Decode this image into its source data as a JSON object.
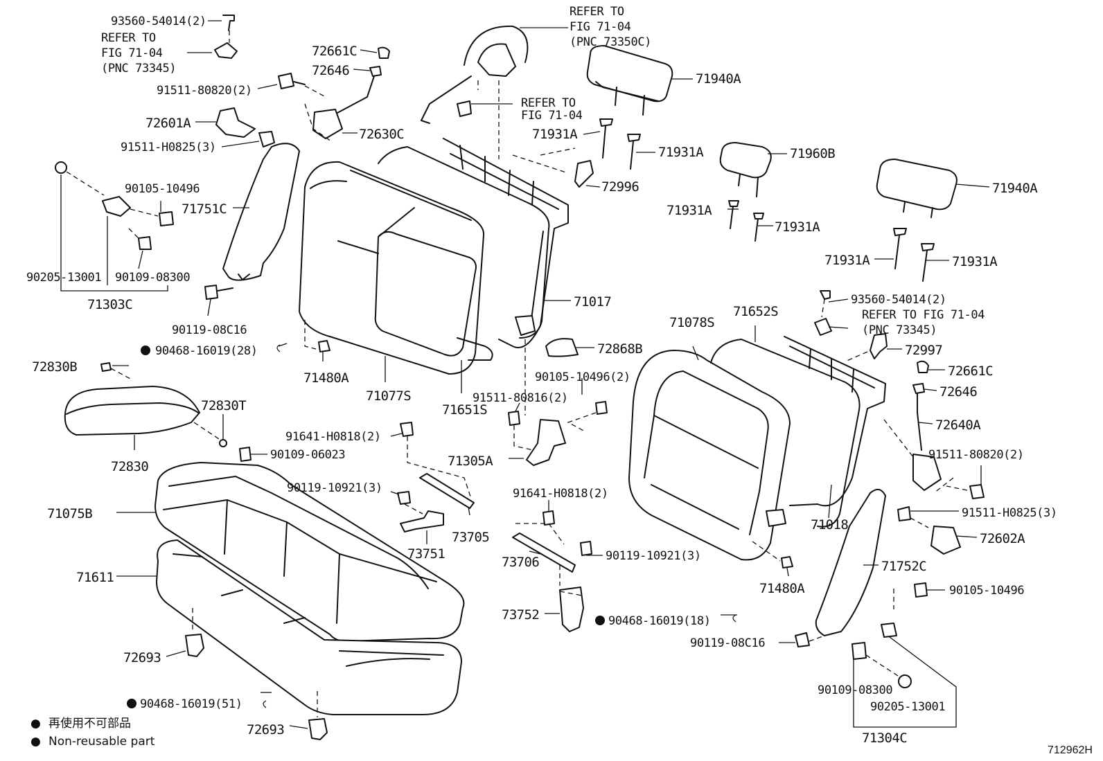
{
  "figure_id": "712962H",
  "legend": {
    "symbol": "●",
    "line_jp": "再使用不可部品",
    "line_en": "Non-reusable part"
  },
  "labels": {
    "l_9356054014_tl": "93560-54014(2)",
    "l_refer_tl_1": "REFER TO",
    "l_refer_tl_2": "FIG 71-04",
    "l_refer_tl_3": "(PNC 73345)",
    "l_9151180820_tl": "91511-80820(2)",
    "l_72601a": "72601A",
    "l_91511h0825_tl": "91511-H0825(3)",
    "l_90105_10496_l": "90105-10496",
    "l_71751c": "71751C",
    "l_9020513001_l": "90205-13001",
    "l_9010908300_l": "90109-08300",
    "l_71303c": "71303C",
    "l_9011908c16_l": "90119-08C16",
    "l_9046816019_28": "90468-16019(28)",
    "l_72661c_t": "72661C",
    "l_72646_t": "72646",
    "l_72630c": "72630C",
    "l_refer_top_1": "REFER TO",
    "l_refer_top_2": "FIG 71-04",
    "l_refer_top_3": "(PNC 73350C)",
    "l_refer_mid_1": "REFER TO",
    "l_refer_mid_2": "FIG 71-04",
    "l_71940a_t": "71940A",
    "l_71931a_1": "71931A",
    "l_71931a_2": "71931A",
    "l_72996": "72996",
    "l_71960b": "71960B",
    "l_71931a_3": "71931A",
    "l_71931a_4": "71931A",
    "l_71940a_r": "71940A",
    "l_71931a_5": "71931A",
    "l_71931a_6": "71931A",
    "l_71017": "71017",
    "l_72868b": "72868B",
    "l_71480a_l": "71480A",
    "l_71077s": "71077S",
    "l_71651s": "71651S",
    "l_72830b": "72830B",
    "l_72830t": "72830T",
    "l_72830": "72830",
    "l_9010906023": "90109-06023",
    "l_91641h0818_a": "91641-H0818(2)",
    "l_9011910921_a": "90119-10921(3)",
    "l_73705": "73705",
    "l_73751": "73751",
    "l_71075b": "71075B",
    "l_71611": "71611",
    "l_72693_a": "72693",
    "l_9046816019_51": "90468-16019(51)",
    "l_72693_b": "72693",
    "l_9010510496_2": "90105-10496(2)",
    "l_9151180816_2": "91511-80816(2)",
    "l_71305a": "71305A",
    "l_91641h0818_b": "91641-H0818(2)",
    "l_9011910921_b": "90119-10921(3)",
    "l_73706": "73706",
    "l_73752": "73752",
    "l_9046816019_18": "90468-16019(18)",
    "l_9356054014_r": "93560-54014(2)",
    "l_refer_r_1": "REFER TO FIG 71-04",
    "l_refer_r_2": "(PNC 73345)",
    "l_71078s": "71078S",
    "l_71652s": "71652S",
    "l_72997": "72997",
    "l_72661c_r": "72661C",
    "l_72646_r": "72646",
    "l_72640a": "72640A",
    "l_9151180820_r": "91511-80820(2)",
    "l_91511h0825_r": "91511-H0825(3)",
    "l_72602a": "72602A",
    "l_71018": "71018",
    "l_71752c": "71752C",
    "l_71480a_r": "71480A",
    "l_9010510496_r": "90105-10496",
    "l_9011908c16_r": "90119-08C16",
    "l_9010908300_r": "90109-08300",
    "l_9020513001_r": "90205-13001",
    "l_71304c": "71304C"
  }
}
